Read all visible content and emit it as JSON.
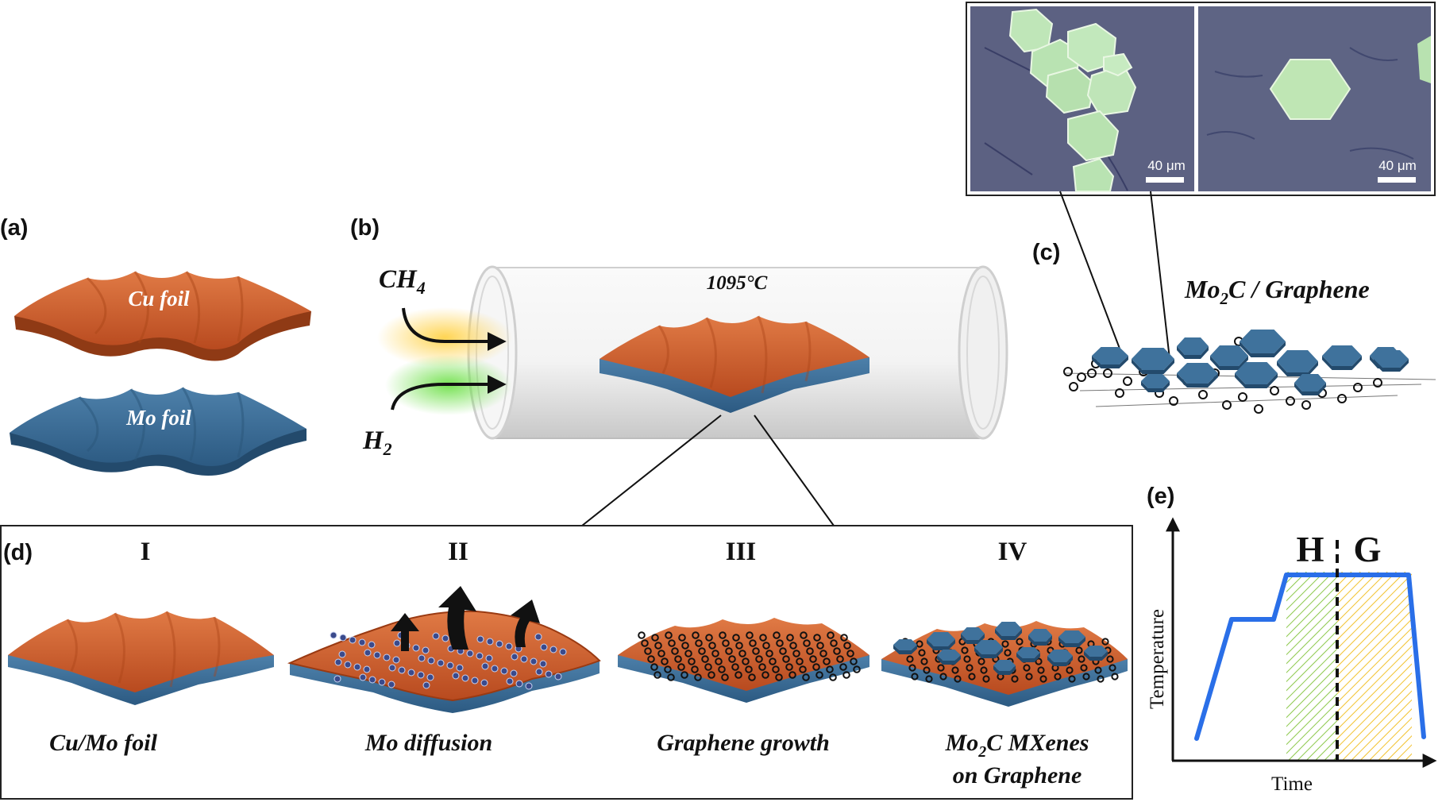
{
  "panels": {
    "a": {
      "label": "(a)",
      "cu_foil": "Cu foil",
      "mo_foil": "Mo foil"
    },
    "b": {
      "label": "(b)",
      "gas_methane": "CH",
      "gas_methane_sub": "4",
      "gas_hydrogen": "H",
      "gas_hydrogen_sub": "2",
      "temperature": "1095°C"
    },
    "c": {
      "label": "(c)",
      "title_mo": "Mo",
      "title_sub": "2",
      "title_rest": "C / Graphene"
    },
    "d": {
      "label": "(d)",
      "stages": [
        {
          "num": "I",
          "caption_line1": "Cu/Mo foil"
        },
        {
          "num": "II",
          "caption_line1": "Mo diffusion"
        },
        {
          "num": "III",
          "caption_line1": "Graphene  growth"
        },
        {
          "num": "IV",
          "caption_line1a": "Mo",
          "caption_line1_sub": "2",
          "caption_line1b": "C  MXenes",
          "caption_line2": "on Graphene"
        }
      ]
    },
    "e": {
      "label": "(e)",
      "ylabel": "Temperature",
      "xlabel": "Time",
      "region_h": "H",
      "region_g": "G"
    },
    "micrographs": {
      "scale_left": "40 μm",
      "scale_right": "40 μm"
    }
  },
  "colors": {
    "cu": "#c8582a",
    "mo": "#3a6c96",
    "curve": "#2a6fe8",
    "hatch_h": "#8cc84b",
    "hatch_g": "#f2c22e"
  },
  "chart_data": {
    "type": "line",
    "xlabel": "Time",
    "ylabel": "Temperature",
    "regions": [
      "H",
      "G"
    ],
    "note": "schematic temperature profile without numeric axis values"
  }
}
